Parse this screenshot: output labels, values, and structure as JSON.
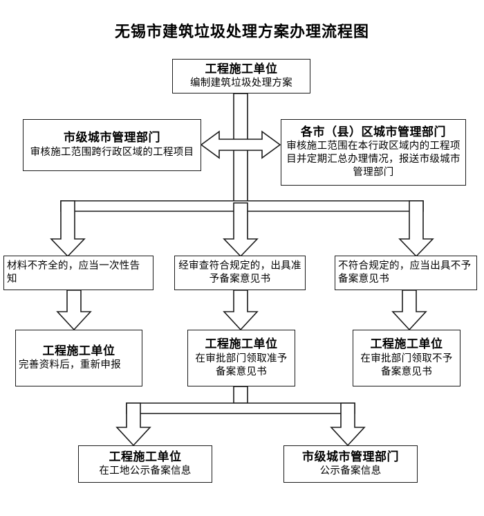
{
  "title": "无锡市建筑垃圾处理方案办理流程图",
  "colors": {
    "stroke": "#1a1a1a",
    "fill": "#ffffff",
    "text": "#000000",
    "background": "#ffffff"
  },
  "nodes": {
    "top": {
      "header": "工程施工单位",
      "body": "编制建筑垃圾处理方案"
    },
    "left_authority": {
      "header": "市级城市管理部门",
      "body": "审核施工范围跨行政区域的工程项目"
    },
    "right_authority": {
      "header": "各市（县）区城市管理部门",
      "body": "审核施工范围在本行政区域内的工程项目并定期汇总办理情况，报送市级城市管理部门"
    },
    "result_incomplete": {
      "body": "材料不齐全的，应当一次性告知"
    },
    "result_approved": {
      "body": "经审查符合规定的，出具准予备案意见书"
    },
    "result_rejected": {
      "body": "不符合规定的，应当出具不予备案意见书"
    },
    "action_refile": {
      "header": "工程施工单位",
      "body": "完善资料后，重新申报"
    },
    "action_collect_approval": {
      "header": "工程施工单位",
      "body": "在审批部门领取准予备案意见书"
    },
    "action_collect_rejection": {
      "header": "工程施工单位",
      "body": "在审批部门领取不予备案意见书"
    },
    "publish_site": {
      "header": "工程施工单位",
      "body": "在工地公示备案信息"
    },
    "publish_city": {
      "header": "市级城市管理部门",
      "body": "公示备案信息"
    }
  },
  "chart_data": {
    "type": "diagram",
    "title": "无锡市建筑垃圾处理方案办理流程图",
    "flow_levels": [
      [
        "工程施工单位 / 编制建筑垃圾处理方案"
      ],
      [
        "市级城市管理部门 / 审核施工范围跨行政区域的工程项目",
        "各市（县）区城市管理部门 / 审核施工范围在本行政区域内的工程项目并定期汇总办理情况，报送市级城市管理部门"
      ],
      [
        "材料不齐全的，应当一次性告知",
        "经审查符合规定的，出具准予备案意见书",
        "不符合规定的，应当出具不予备案意见书"
      ],
      [
        "工程施工单位 / 完善资料后，重新申报",
        "工程施工单位 / 在审批部门领取准予备案意见书",
        "工程施工单位 / 在审批部门领取不予备案意见书"
      ],
      [
        "工程施工单位 / 在工地公示备案信息",
        "市级城市管理部门 / 公示备案信息"
      ]
    ],
    "connector_types": [
      "block-arrow-down",
      "double-headed-block-arrow-horizontal",
      "block-arrow-fork-down",
      "block-arrow-merge-split-down"
    ]
  }
}
